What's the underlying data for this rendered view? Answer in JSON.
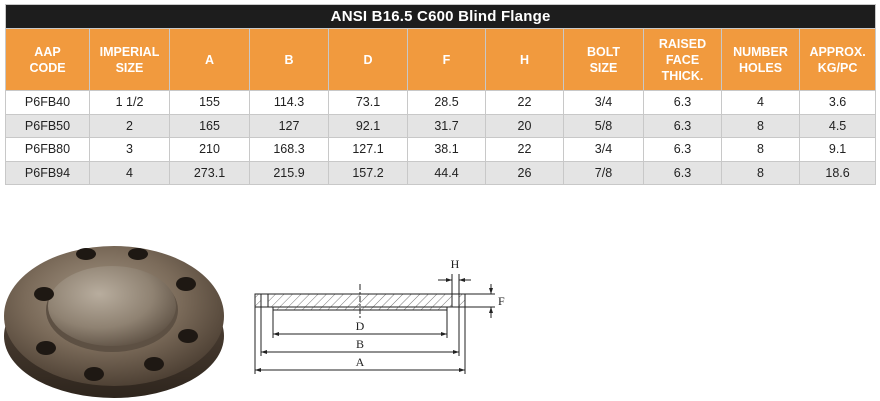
{
  "table": {
    "title": "ANSI B16.5 C600 Blind Flange",
    "columns": [
      "AAP\nCODE",
      "IMPERIAL\nSIZE",
      "A",
      "B",
      "D",
      "F",
      "H",
      "BOLT\nSIZE",
      "RAISED\nFACE\nTHICK.",
      "NUMBER\nHOLES",
      "APPROX.\nKG/PC"
    ],
    "rows": [
      [
        "P6FB40",
        "1 1/2",
        "155",
        "114.3",
        "73.1",
        "28.5",
        "22",
        "3/4",
        "6.3",
        "4",
        "3.6"
      ],
      [
        "P6FB50",
        "2",
        "165",
        "127",
        "92.1",
        "31.7",
        "20",
        "5/8",
        "6.3",
        "8",
        "4.5"
      ],
      [
        "P6FB80",
        "3",
        "210",
        "168.3",
        "127.1",
        "38.1",
        "22",
        "3/4",
        "6.3",
        "8",
        "9.1"
      ],
      [
        "P6FB94",
        "4",
        "273.1",
        "215.9",
        "157.2",
        "44.4",
        "26",
        "7/8",
        "6.3",
        "8",
        "18.6"
      ]
    ]
  },
  "drawing": {
    "labels": {
      "h": "H",
      "f": "F",
      "d": "D",
      "b": "B",
      "a": "A"
    }
  },
  "colors": {
    "title_bg": "#1d1d1d",
    "header_bg": "#f19a3e",
    "row_alt_bg": "#e4e4e4"
  }
}
